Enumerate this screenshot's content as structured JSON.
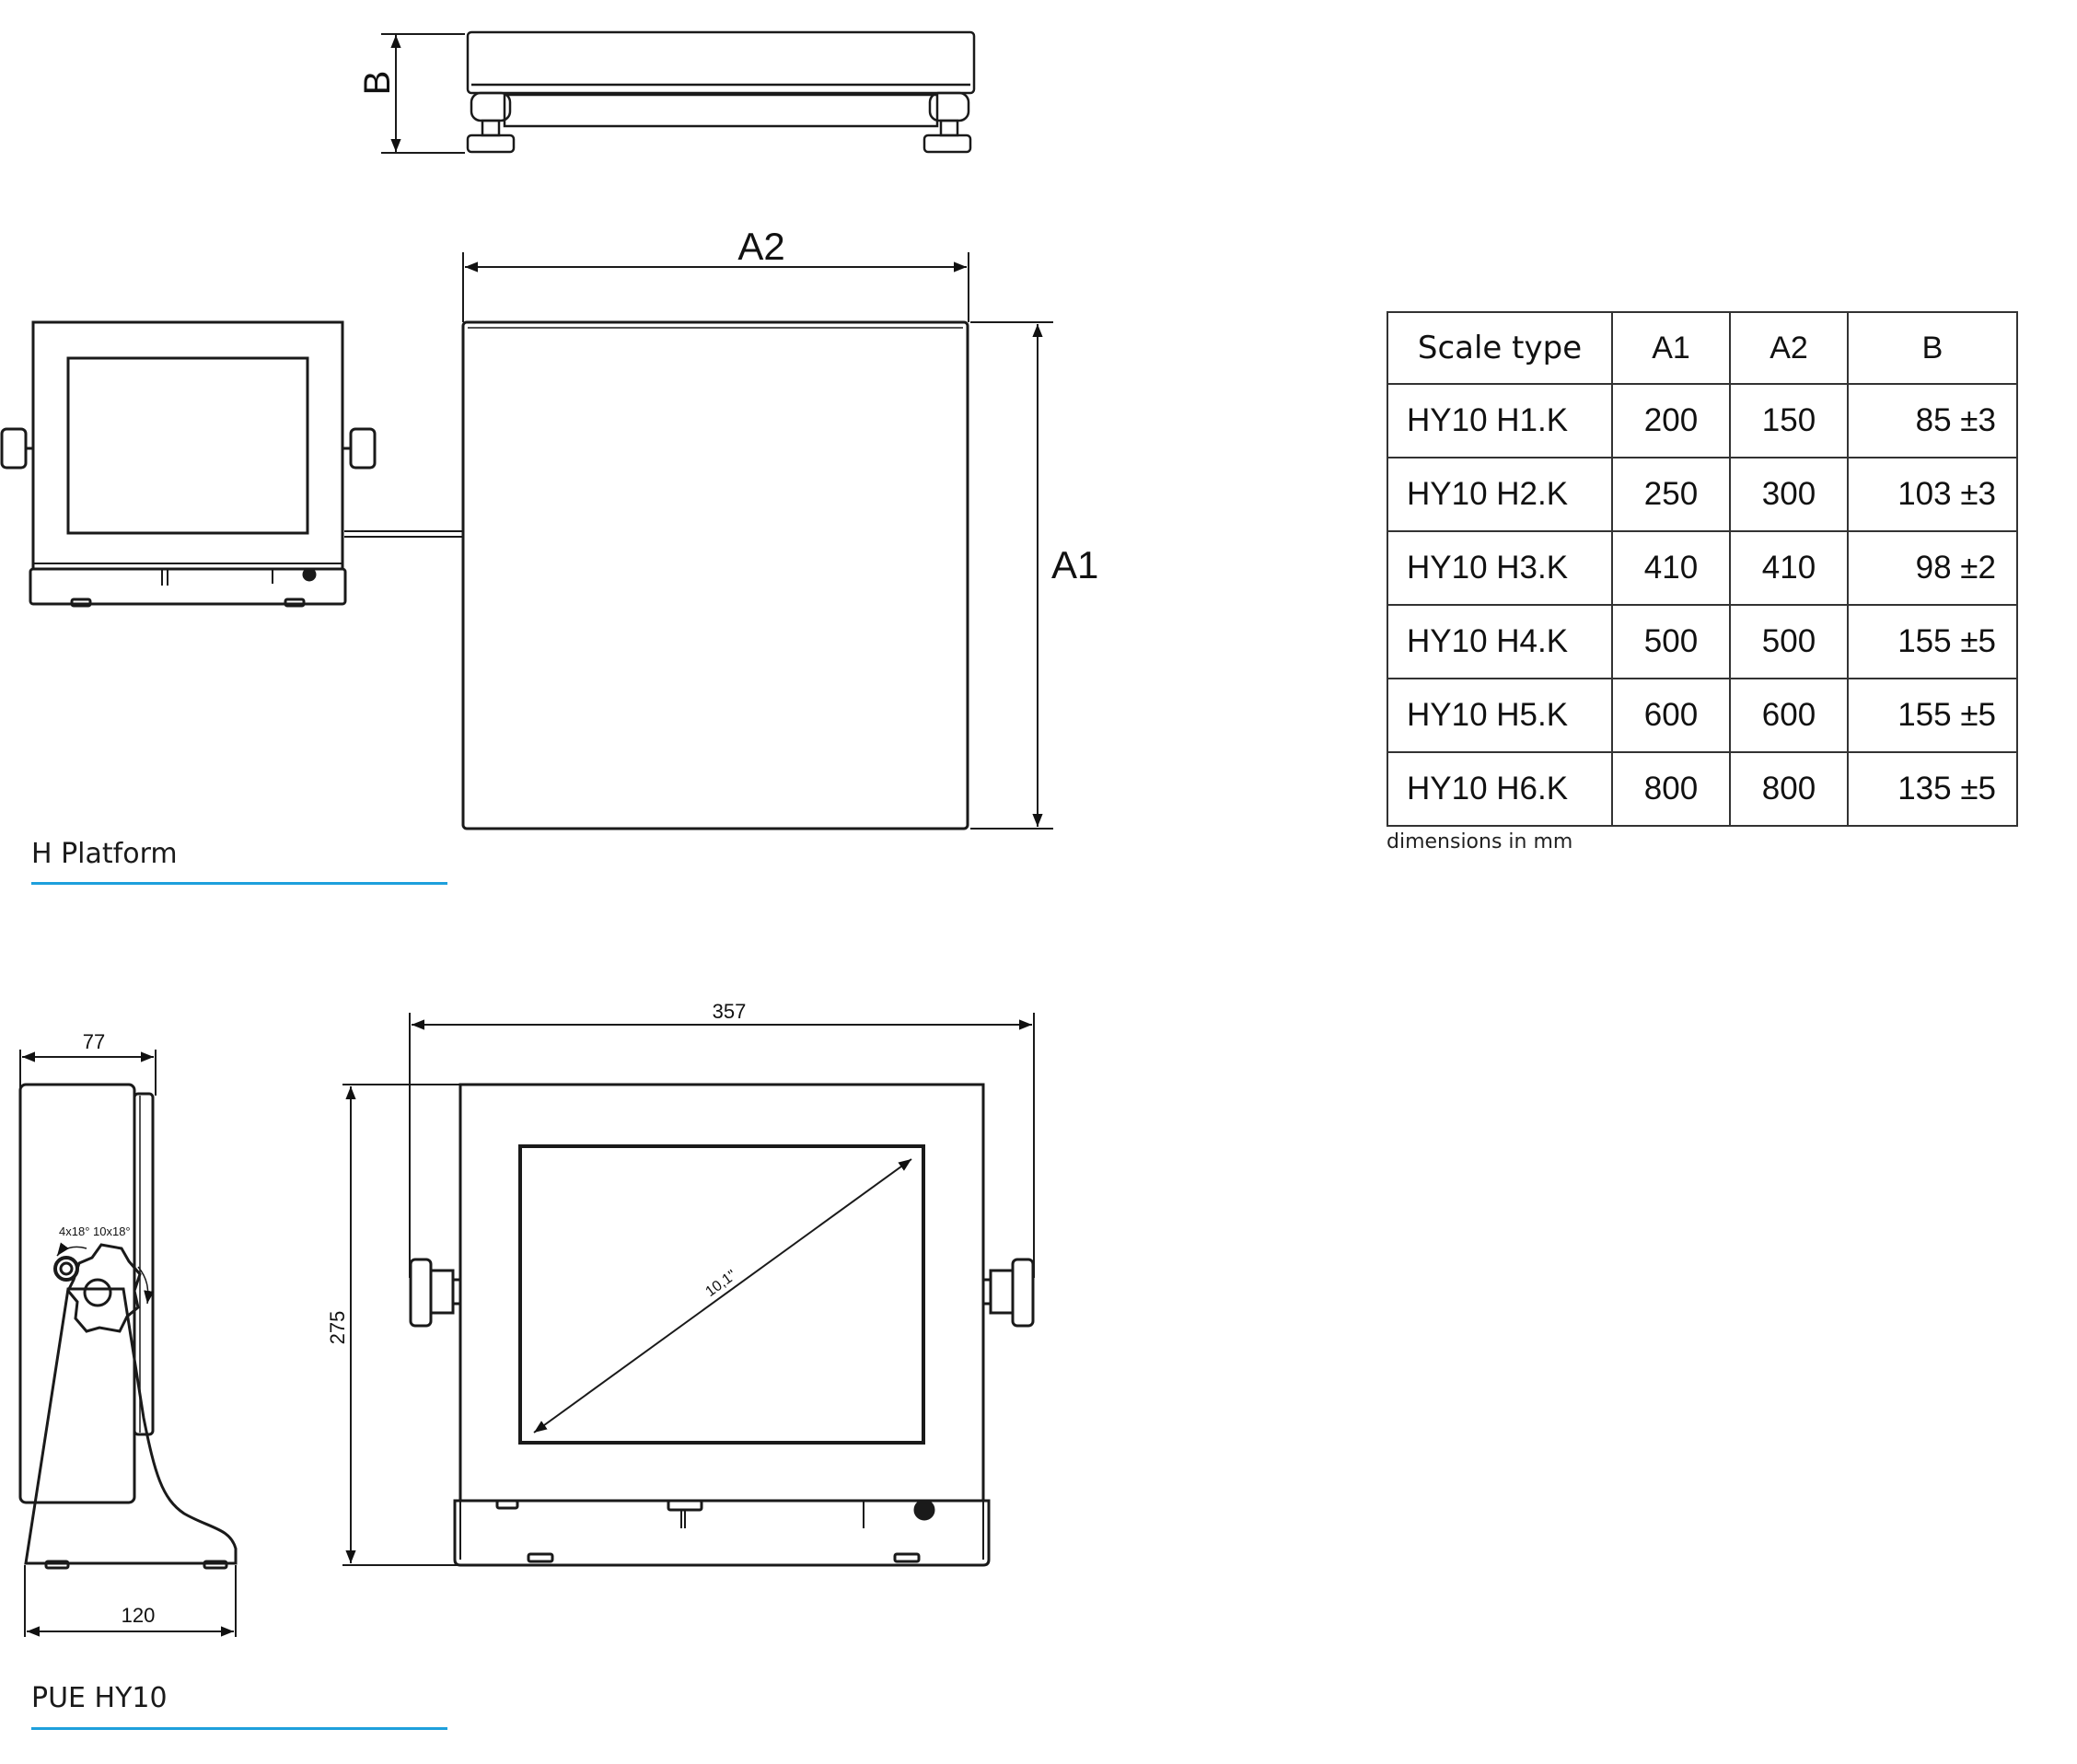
{
  "dimensions": {
    "platform": {
      "height_label": "B",
      "width_label": "A2",
      "depth_label": "A1"
    },
    "terminal": {
      "depth": "77",
      "base": "120",
      "width": "357",
      "height": "275",
      "diagonal": "10,1\"",
      "tilt": "4x18°  10x18°"
    }
  },
  "sections": {
    "platform_title": "H Platform",
    "terminal_title": "PUE HY10"
  },
  "spec_table": {
    "headers": [
      "Scale type",
      "A1",
      "A2",
      "B"
    ],
    "rows": [
      [
        "HY10 H1.K",
        "200",
        "150",
        "85 ±3"
      ],
      [
        "HY10 H2.K",
        "250",
        "300",
        "103 ±3"
      ],
      [
        "HY10 H3.K",
        "410",
        "410",
        "98 ±2"
      ],
      [
        "HY10 H4.K",
        "500",
        "500",
        "155 ±5"
      ],
      [
        "HY10 H5.K",
        "600",
        "600",
        "155 ±5"
      ],
      [
        "HY10 H6.K",
        "800",
        "800",
        "135 ±5"
      ]
    ],
    "note": "dimensions in mm"
  },
  "colors": {
    "accent_rule": "#1ea0dc",
    "line": "#1a1a1a"
  }
}
